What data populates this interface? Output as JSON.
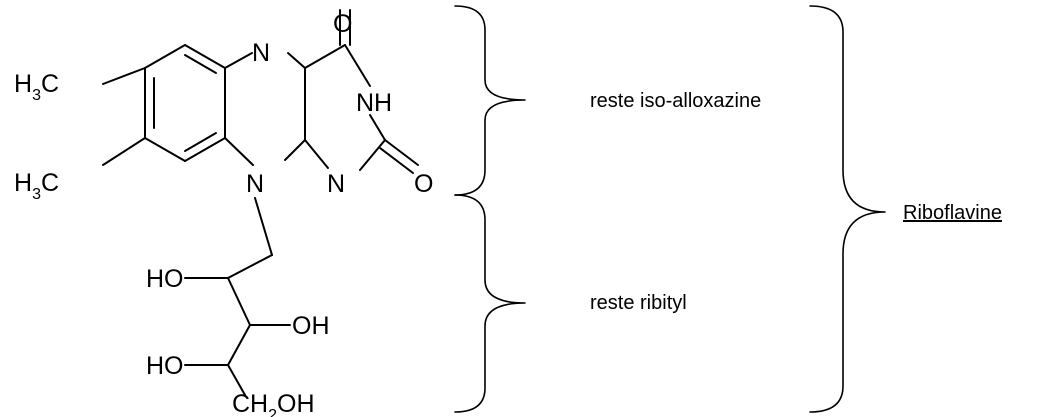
{
  "molecule": {
    "methyl_top": {
      "main": "H",
      "sub": "3",
      "tail": "C"
    },
    "methyl_bottom": {
      "main": "H",
      "sub": "3",
      "tail": "C"
    },
    "n_upper": "N",
    "n_lower": "N",
    "n_right": "N",
    "nh": "NH",
    "o_top": "O",
    "o_right": "O",
    "ho_1": "HO",
    "oh_2": "OH",
    "ho_3": "HO",
    "ch2oh": {
      "main": "CH",
      "sub": "2",
      "tail": "OH"
    }
  },
  "labels": {
    "isoalloxazine": "reste iso-alloxazine",
    "ribityl": "reste ribityl",
    "riboflavine": "Riboflavine"
  }
}
